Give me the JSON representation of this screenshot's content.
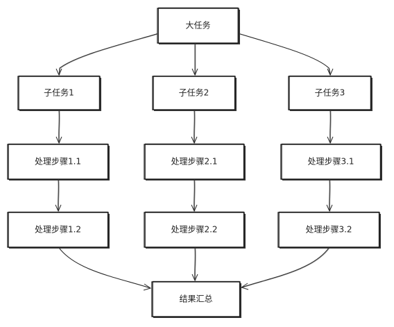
{
  "diagram": {
    "nodes": {
      "root": {
        "label": "大任务"
      },
      "sub1": {
        "label": "子任务1"
      },
      "sub2": {
        "label": "子任务2"
      },
      "sub3": {
        "label": "子任务3"
      },
      "step11": {
        "label": "处理步骤1.1"
      },
      "step21": {
        "label": "处理步骤2.1"
      },
      "step31": {
        "label": "处理步骤3.1"
      },
      "step12": {
        "label": "处理步骤1.2"
      },
      "step22": {
        "label": "处理步骤2.2"
      },
      "step32": {
        "label": "处理步骤3.2"
      },
      "result": {
        "label": "结果汇总"
      }
    },
    "edges": [
      [
        "root",
        "sub1"
      ],
      [
        "root",
        "sub2"
      ],
      [
        "root",
        "sub3"
      ],
      [
        "sub1",
        "step11"
      ],
      [
        "sub2",
        "step21"
      ],
      [
        "sub3",
        "step31"
      ],
      [
        "step11",
        "step12"
      ],
      [
        "step21",
        "step22"
      ],
      [
        "step31",
        "step32"
      ],
      [
        "step12",
        "result"
      ],
      [
        "step22",
        "result"
      ],
      [
        "step32",
        "result"
      ]
    ]
  }
}
